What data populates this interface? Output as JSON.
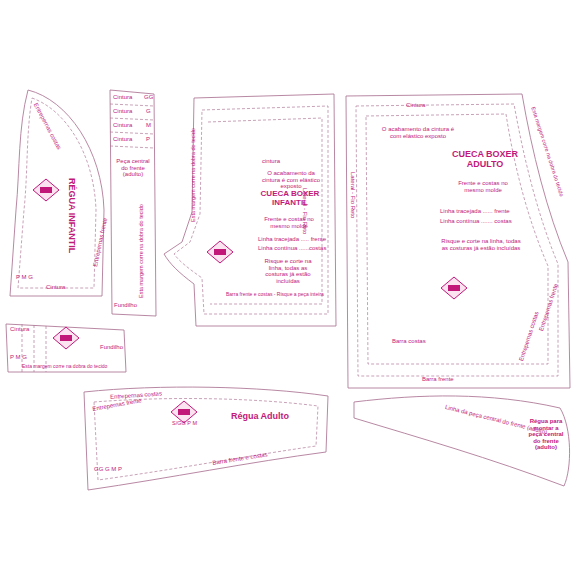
{
  "diagram": {
    "nodes": [
      {
        "text": [
          "RÉGUA INFANTIL",
          "Entrepernas costas",
          "Entrepernas frente",
          "Cintura",
          "P M G"
        ]
      },
      {
        "text": [
          "Cintura",
          "GG",
          "Cintura",
          "G",
          "Cintura",
          "M",
          "Cintura",
          "P",
          "Peça central do frente (adulto)",
          "Esta margem corre na dobra do tecido",
          "Fundilho"
        ]
      },
      {
        "text": [
          "cintura",
          "O acabamento da cintura é com elástico exposto",
          "CUECA BOXER INFANTIL",
          "Frente e costas no mesmo molde",
          "Linha tracejada ..... frente",
          "Linha contínua ......costas",
          "Risque e corte na linha, todas as costuras já estão incluídas",
          "Barra frente e costas - Risque a peça inteira",
          "Lateral - Fio Reto",
          "Esta margem corre na dobra do tecido"
        ]
      },
      {
        "text": [
          "Cintura",
          "O acabamento da cintura é com elástico exposto",
          "CUECA BOXER ADULTO",
          "Frente e costas no mesmo molde",
          "Linha tracejada ...... frente",
          "Linha contínua ....... costas",
          "Risque e corte na linha, todas as costuras já estão incluídas",
          "Lateral - Fio Reto",
          "Barra costas",
          "Barra frente",
          "Entrepernas costas",
          "Entrepernas frente",
          "Esta margem corre na dobra do tecido"
        ]
      },
      {
        "text": [
          "Cintura",
          "P M G",
          "Esta margem corre na dobra do tecido",
          "Fundilho"
        ]
      },
      {
        "text": [
          "Régua Adulto",
          "Entrepernas frente",
          "Entrepernas costas",
          "Barra frente e costas",
          "GG G M P",
          "S/GG P M"
        ]
      },
      {
        "text": [
          "Linha da peça central do frente (adulto)",
          "Régua para montar a peça central do frente (adulto)"
        ]
      }
    ]
  }
}
